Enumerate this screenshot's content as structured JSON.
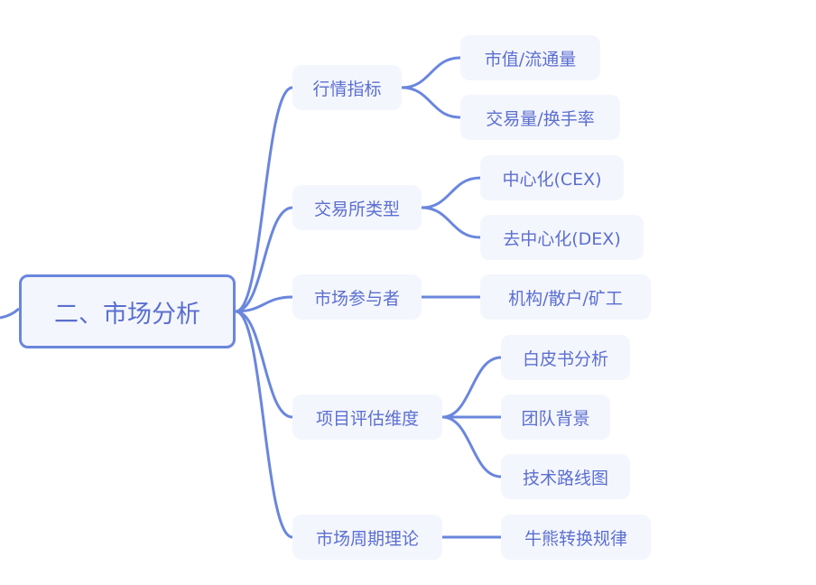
{
  "root": {
    "label": "二、市场分析"
  },
  "branches": [
    {
      "label": "行情指标",
      "children": [
        "市值/流通量",
        "交易量/换手率"
      ]
    },
    {
      "label": "交易所类型",
      "children": [
        "中心化(CEX)",
        "去中心化(DEX)"
      ]
    },
    {
      "label": "市场参与者",
      "children": [
        "机构/散户/矿工"
      ]
    },
    {
      "label": "项目评估维度",
      "children": [
        "白皮书分析",
        "团队背景",
        "技术路线图"
      ]
    },
    {
      "label": "市场周期理论",
      "children": [
        "牛熊转换规律"
      ]
    }
  ],
  "colors": {
    "line": "#6a86dd",
    "node_fill": "#f4f6fd",
    "text": "#5b6fd1"
  }
}
